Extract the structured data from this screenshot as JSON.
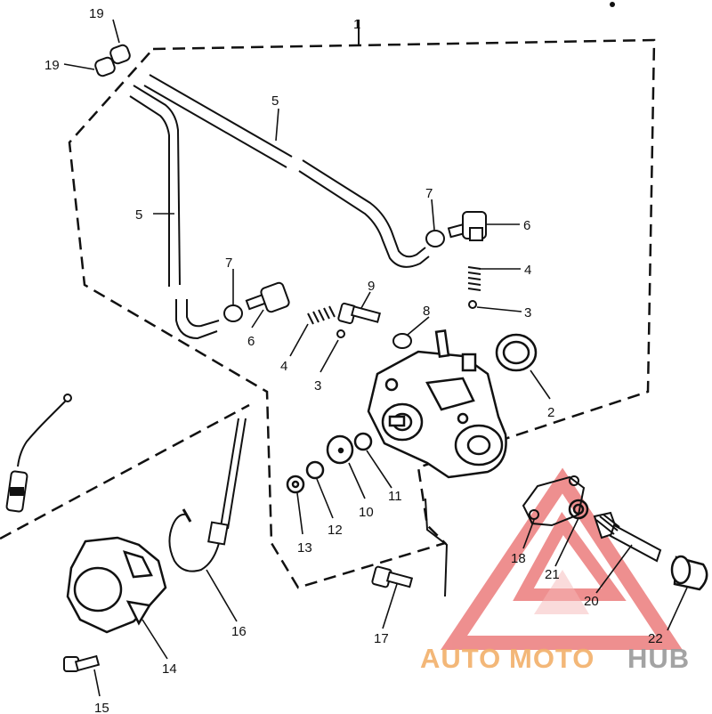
{
  "diagram": {
    "callouts": [
      {
        "id": "c1",
        "text": "1"
      },
      {
        "id": "c2",
        "text": "2"
      },
      {
        "id": "c3a",
        "text": "3"
      },
      {
        "id": "c3b",
        "text": "3"
      },
      {
        "id": "c4a",
        "text": "4"
      },
      {
        "id": "c4b",
        "text": "4"
      },
      {
        "id": "c5a",
        "text": "5"
      },
      {
        "id": "c5b",
        "text": "5"
      },
      {
        "id": "c6a",
        "text": "6"
      },
      {
        "id": "c6b",
        "text": "6"
      },
      {
        "id": "c7a",
        "text": "7"
      },
      {
        "id": "c7b",
        "text": "7"
      },
      {
        "id": "c8",
        "text": "8"
      },
      {
        "id": "c9",
        "text": "9"
      },
      {
        "id": "c10",
        "text": "10"
      },
      {
        "id": "c11",
        "text": "11"
      },
      {
        "id": "c12",
        "text": "12"
      },
      {
        "id": "c13",
        "text": "13"
      },
      {
        "id": "c14",
        "text": "14"
      },
      {
        "id": "c15",
        "text": "15"
      },
      {
        "id": "c16",
        "text": "16"
      },
      {
        "id": "c17",
        "text": "17"
      },
      {
        "id": "c18",
        "text": "18"
      },
      {
        "id": "c19a",
        "text": "19"
      },
      {
        "id": "c19b",
        "text": "19"
      },
      {
        "id": "c20",
        "text": "20"
      },
      {
        "id": "c21",
        "text": "21"
      },
      {
        "id": "c22",
        "text": "22"
      }
    ]
  },
  "watermark": {
    "part1": "AUTO",
    "part2": "MOTO",
    "part3": "HUB",
    "colors": {
      "auto": "#f2b06a",
      "moto": "#f2b06a",
      "hub": "#9a9a9a",
      "triangle": "#e96a6a"
    }
  }
}
